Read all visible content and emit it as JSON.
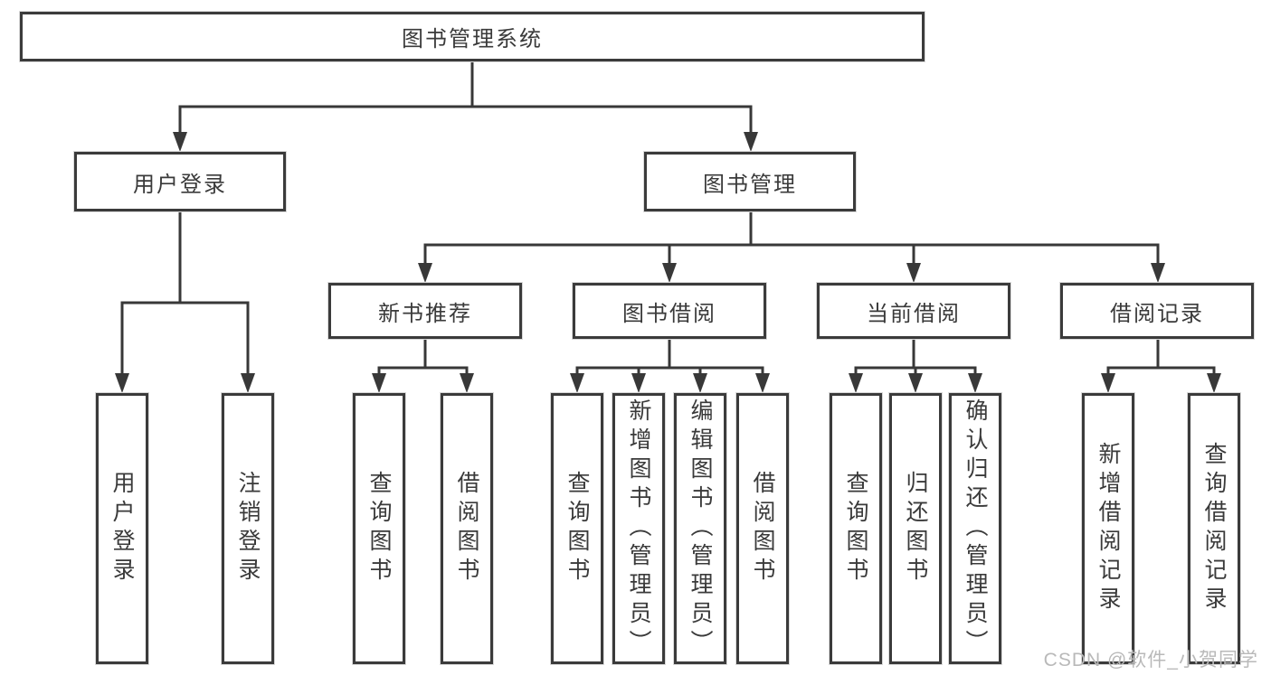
{
  "diagram": {
    "root": "图书管理系统",
    "level1": [
      "用户登录",
      "图书管理"
    ],
    "level2": [
      "新书推荐",
      "图书借阅",
      "当前借阅",
      "借阅记录"
    ],
    "leaves": [
      "用户登录",
      "注销登录",
      "查询图书",
      "借阅图书",
      "查询图书",
      "新增图书（管理员）",
      "编辑图书（管理员）",
      "借阅图书",
      "查询图书",
      "归还图书",
      "确认归还（管理员）",
      "新增借阅记录",
      "查询借阅记录"
    ]
  },
  "watermark": "CSDN @软件_小贺同学",
  "colors": {
    "line": "#383838",
    "box_border": "#3b3b3b",
    "box_fill": "#ffffff",
    "text": "#3a3a3a",
    "watermark": "#b9b9b9"
  }
}
